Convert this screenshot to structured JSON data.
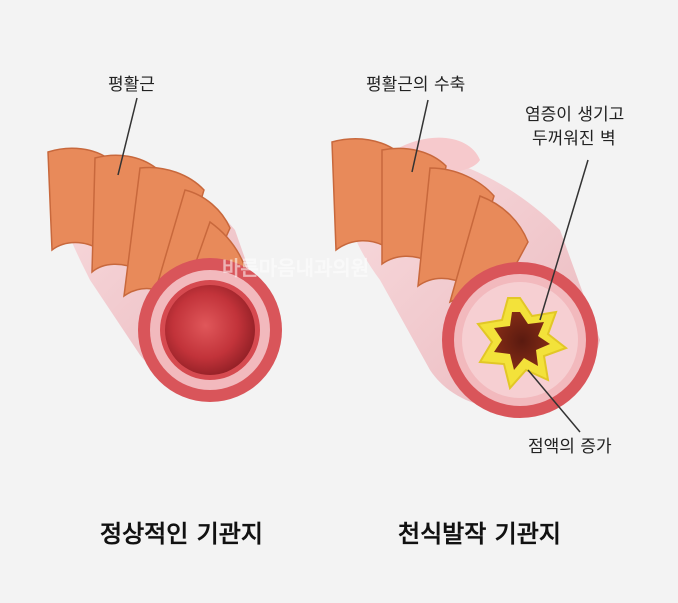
{
  "labels": {
    "normal_smooth_muscle": "평활근",
    "asthma_contraction": "평활근의 수축",
    "asthma_wall_line1": "염증이 생기고",
    "asthma_wall_line2": "두꺼워진 벽",
    "asthma_mucus": "점액의 증가"
  },
  "captions": {
    "normal": "정상적인 기관지",
    "asthma": "천식발작 기관지"
  },
  "watermark": "바른마음내과의원",
  "colors": {
    "background": "#f3f3f3",
    "muscle_band": "#e88a5a",
    "muscle_band_dark": "#c8683c",
    "airway_tissue": "#f4cdd0",
    "lumen_red": "#c8343a",
    "wall_red": "#d9555a",
    "wall_inner": "#f2b9bd",
    "mucus_yellow": "#f3e23a"
  }
}
